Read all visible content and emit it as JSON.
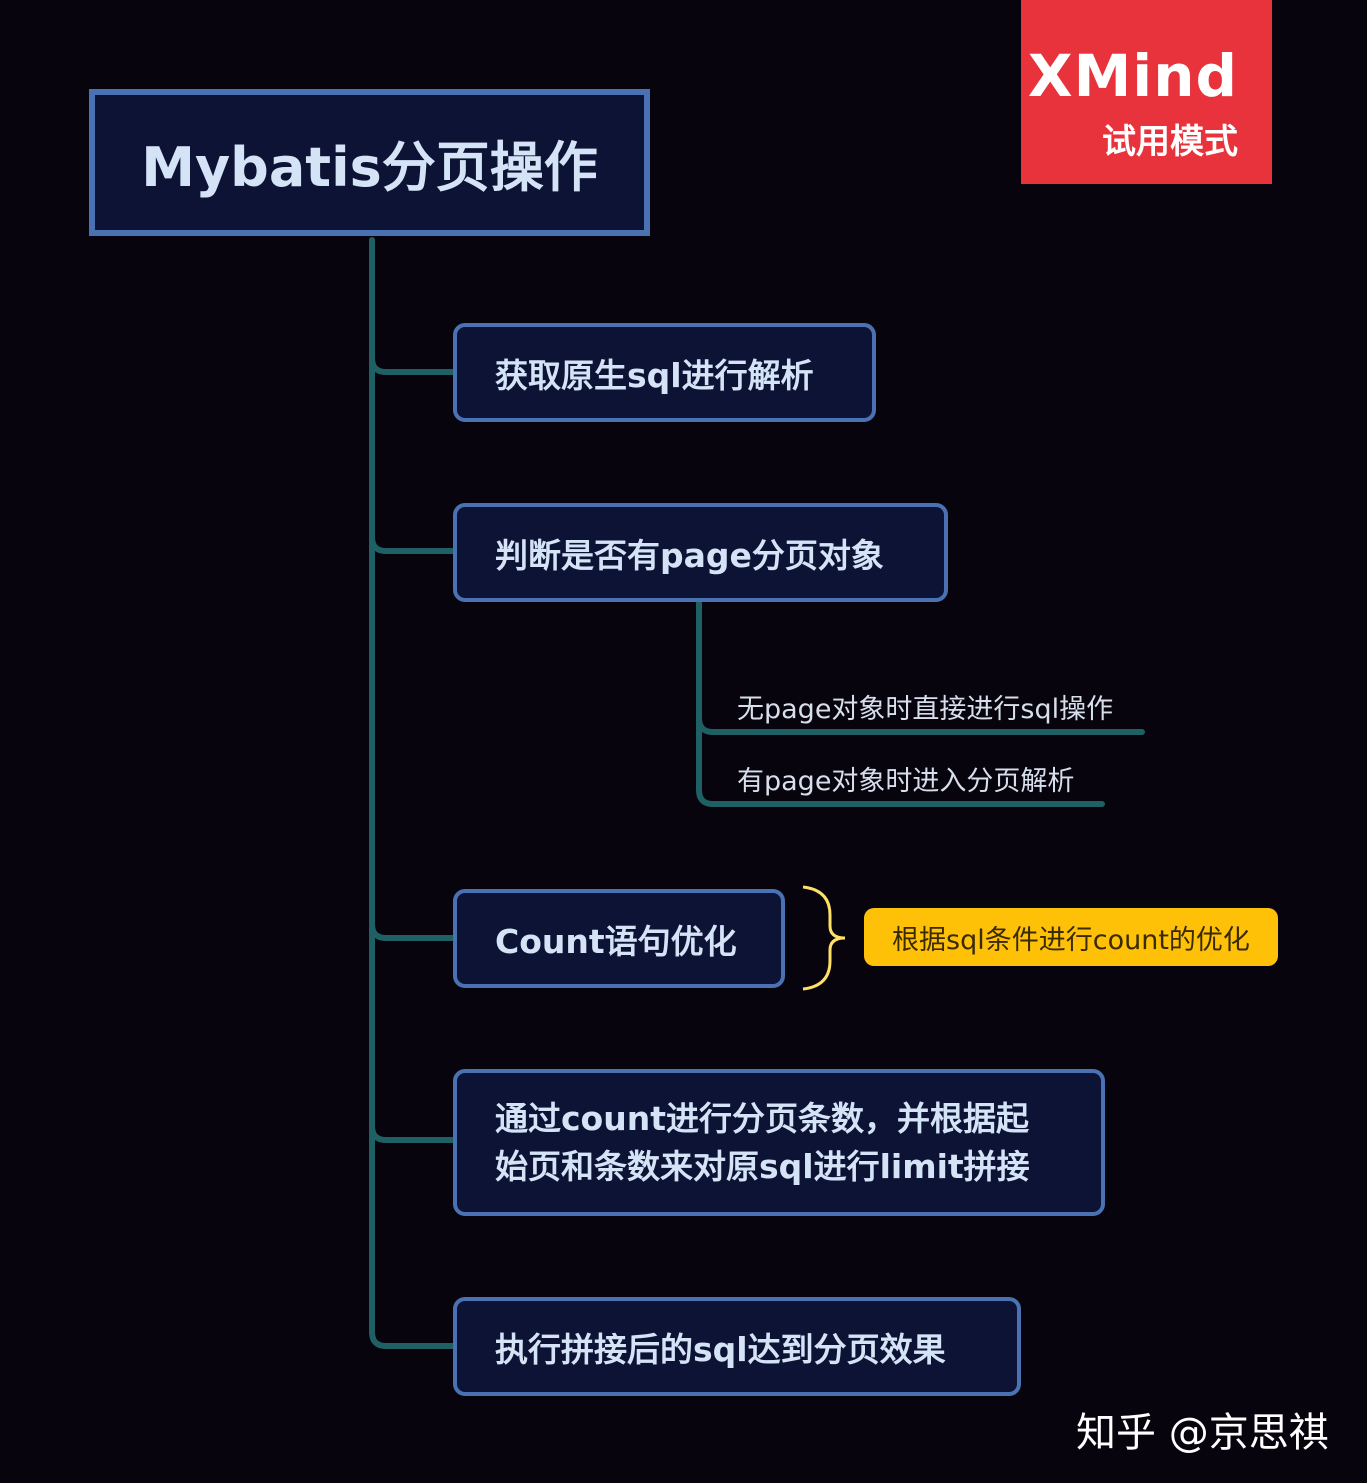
{
  "colors": {
    "background": "#07040d",
    "node_fill": "#0d1334",
    "node_border": "#4a72b3",
    "connector": "#1f6065",
    "summary_fill": "#ffc107",
    "brace": "#ffe066",
    "badge": "#e8323c"
  },
  "root": {
    "label": "Mybatis分页操作"
  },
  "branches": [
    {
      "label": "获取原生sql进行解析"
    },
    {
      "label": "判断是否有page分页对象",
      "children": [
        {
          "label": "无page对象时直接进行sql操作"
        },
        {
          "label": "有page对象时进入分页解析"
        }
      ]
    },
    {
      "label": "Count语句优化",
      "summary": "根据sql条件进行count的优化"
    },
    {
      "label_line1": "通过count进行分页条数，并根据起",
      "label_line2": "始页和条数来对原sql进行limit拼接"
    },
    {
      "label": "执行拼接后的sql达到分页效果"
    }
  ],
  "badge": {
    "title": "XMind",
    "subtitle": "试用模式"
  },
  "watermark": "知乎 @京思祺"
}
